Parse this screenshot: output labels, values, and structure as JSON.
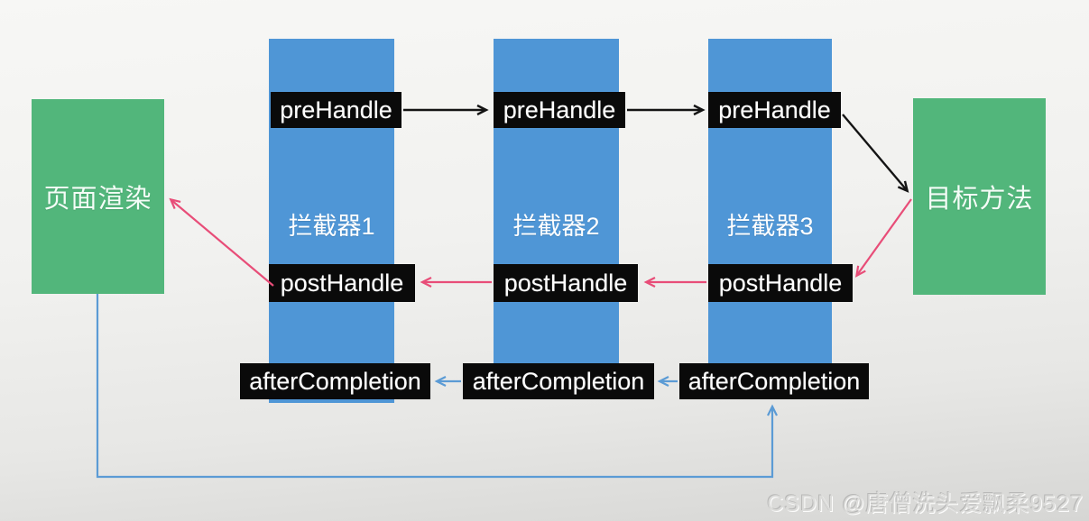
{
  "diagram": {
    "page_render": {
      "label": "页面渲染"
    },
    "target_method": {
      "label": "目标方法"
    },
    "interceptors": [
      {
        "name": "拦截器1",
        "pre_label": "preHandle",
        "post_label": "postHandle",
        "after_label": "afterCompletion"
      },
      {
        "name": "拦截器2",
        "pre_label": "preHandle",
        "post_label": "postHandle",
        "after_label": "afterCompletion"
      },
      {
        "name": "拦截器3",
        "pre_label": "preHandle",
        "post_label": "postHandle",
        "after_label": "afterCompletion"
      }
    ],
    "colors": {
      "interceptor_bar": "#4f96d6",
      "endpoint_box": "#52b67b",
      "label_box": "#0a0a0a",
      "pre_flow_arrow": "#141414",
      "post_flow_arrow": "#e84d78",
      "after_flow_arrow": "#5b9bd5",
      "background_top": "#f7f7f5",
      "background_bottom": "#d6d6d4"
    }
  },
  "watermark": {
    "text": "CSDN @唐僧洗头爱飘柔9527"
  }
}
